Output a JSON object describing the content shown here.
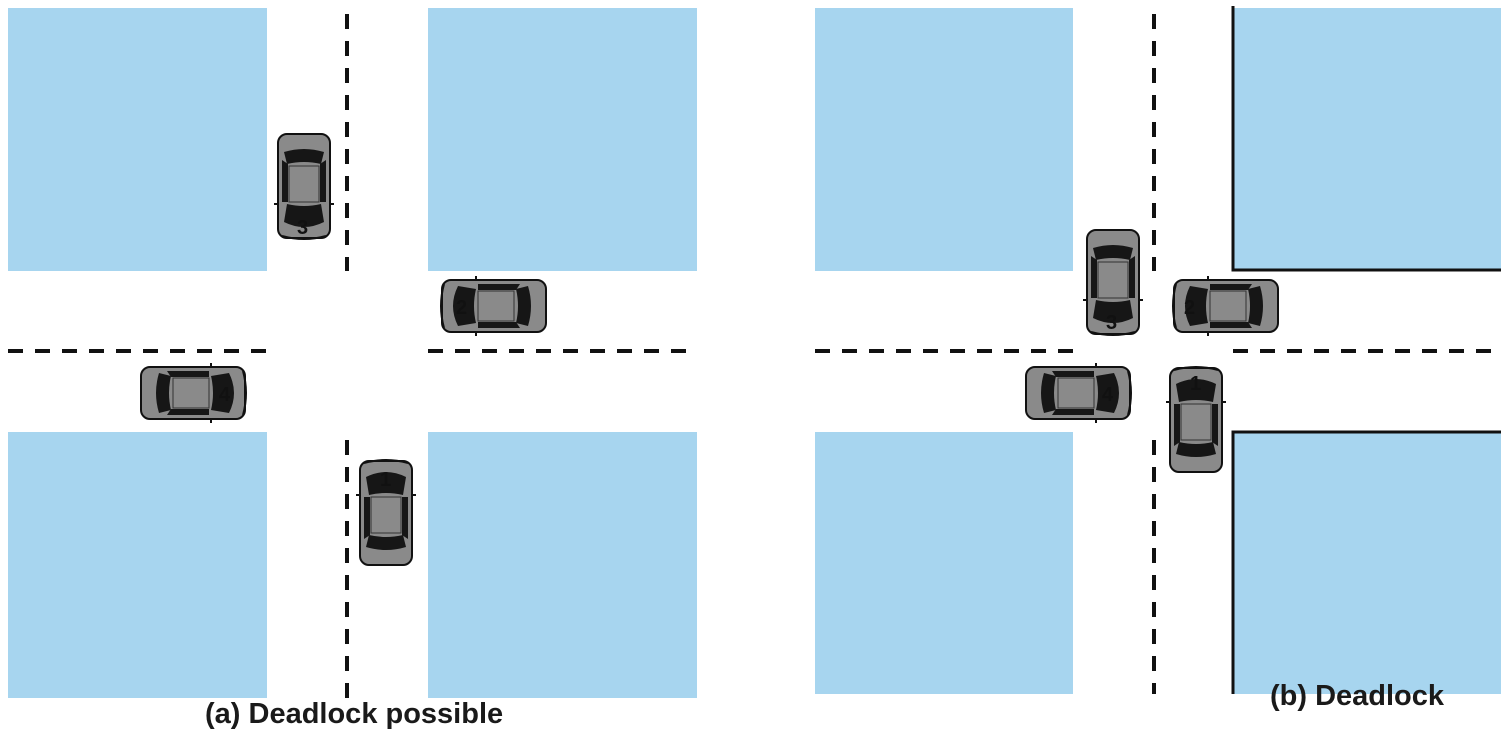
{
  "colors": {
    "block": "#a7d5ef",
    "block_dark_edge": "#111111",
    "road": "#ffffff",
    "lane_marking": "#111111",
    "car_body": "#8a8a8a",
    "car_glass": "#161616"
  },
  "panel_a": {
    "caption": "(a) Deadlock possible",
    "cars": [
      {
        "number": "1",
        "heading": "north"
      },
      {
        "number": "2",
        "heading": "west"
      },
      {
        "number": "3",
        "heading": "south"
      },
      {
        "number": "4",
        "heading": "east"
      }
    ]
  },
  "panel_b": {
    "caption": "(b) Deadlock",
    "cars": [
      {
        "number": "1",
        "heading": "north"
      },
      {
        "number": "2",
        "heading": "west"
      },
      {
        "number": "3",
        "heading": "south"
      },
      {
        "number": "4",
        "heading": "east"
      }
    ]
  }
}
